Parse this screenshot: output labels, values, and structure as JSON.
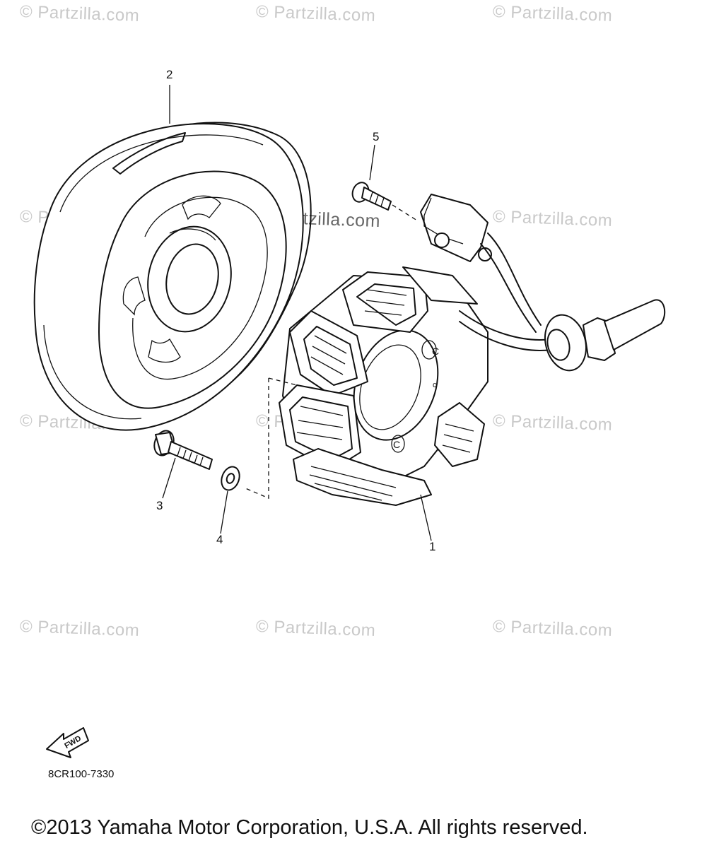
{
  "watermark": {
    "text": "© Partzilla.com"
  },
  "callouts": {
    "part_1": "1",
    "part_2": "2",
    "part_3": "3",
    "part_4": "4",
    "part_5": "5"
  },
  "stator_marks": {
    "c": "C",
    "c_small": "c"
  },
  "fwd_arrow": {
    "label": "FWD"
  },
  "diagram_code": "8CR100-7330",
  "copyright": "©2013  Yamaha Motor Corporation, U.S.A. All rights reserved."
}
